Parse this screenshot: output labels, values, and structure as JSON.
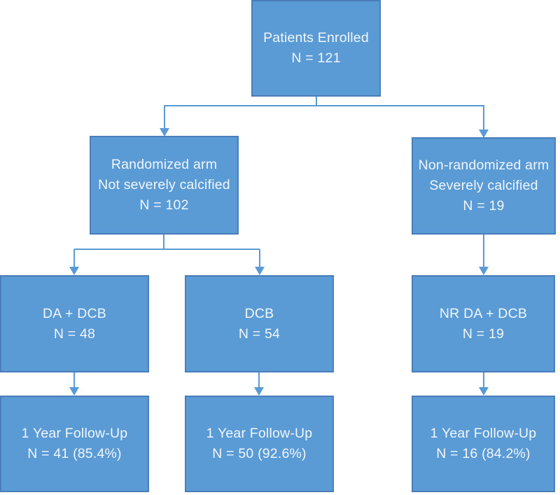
{
  "colors": {
    "box_fill": "#5B9BD5",
    "box_border": "#4A7EBB",
    "connector": "#5B9BD5",
    "text": "#F0F6FC",
    "background": "#FFFFFF"
  },
  "nodes": {
    "enrolled": {
      "lines": [
        "Patients Enrolled",
        "N = 121"
      ]
    },
    "randomized": {
      "lines": [
        "Randomized arm",
        "Not severely calcified",
        "N = 102"
      ]
    },
    "non_randomized": {
      "lines": [
        "Non-randomized arm",
        "Severely calcified",
        "N = 19"
      ]
    },
    "da_dcb": {
      "lines": [
        "DA + DCB",
        "N = 48"
      ]
    },
    "dcb": {
      "lines": [
        "DCB",
        "N = 54"
      ]
    },
    "nr_da_dcb": {
      "lines": [
        "NR DA + DCB",
        "N = 19"
      ]
    },
    "followup_da_dcb": {
      "lines": [
        "1 Year Follow-Up",
        "N = 41 (85.4%)"
      ]
    },
    "followup_dcb": {
      "lines": [
        "1 Year Follow-Up",
        "N = 50 (92.6%)"
      ]
    },
    "followup_nr": {
      "lines": [
        "1 Year Follow-Up",
        "N = 16 (84.2%)"
      ]
    }
  }
}
